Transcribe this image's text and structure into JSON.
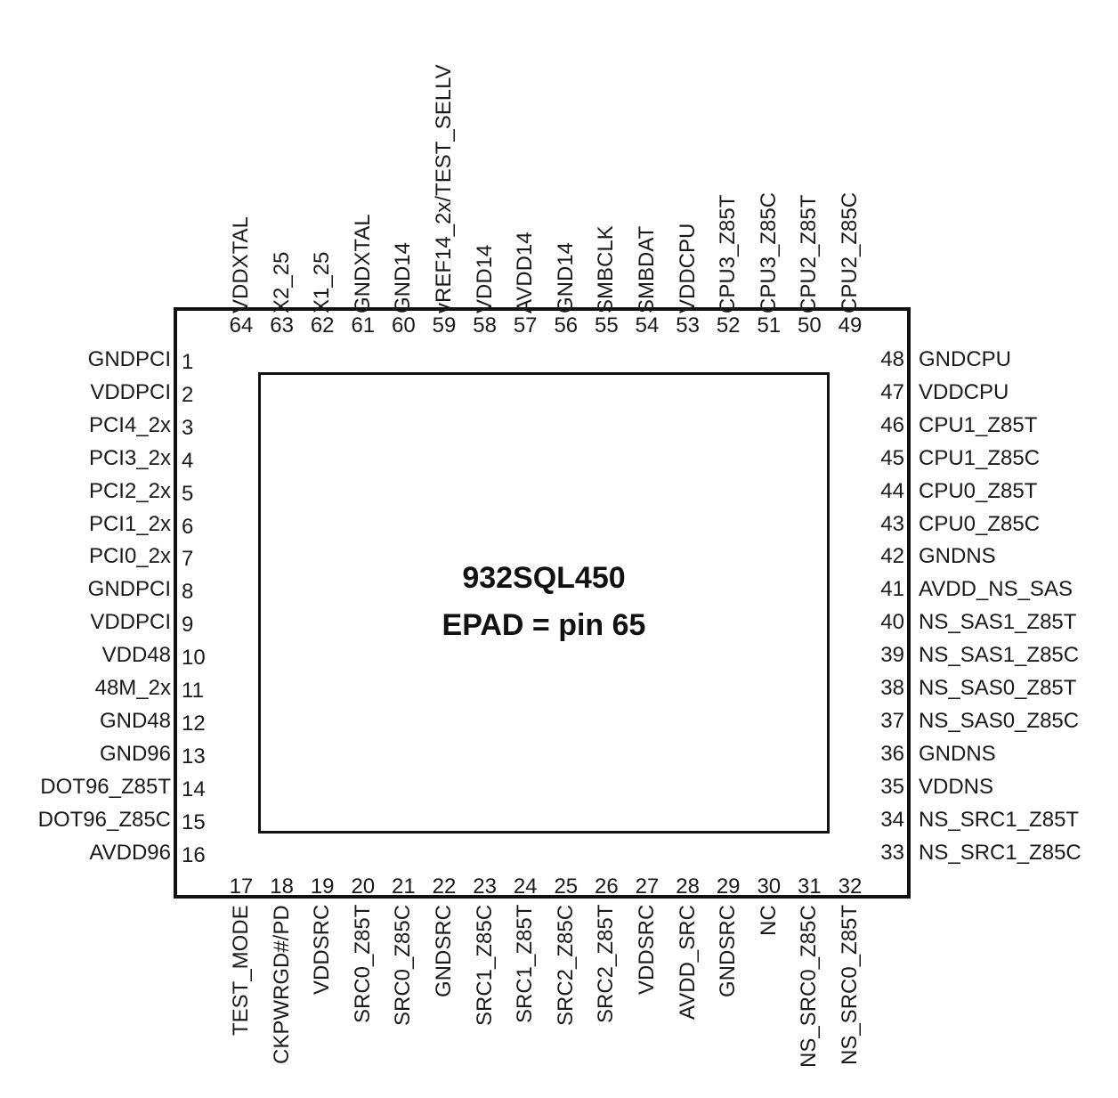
{
  "part_number": "932SQL450",
  "epad_label": "EPAD = pin 65",
  "pins": {
    "left": [
      {
        "num": "1",
        "name": "GNDPCI"
      },
      {
        "num": "2",
        "name": "VDDPCI"
      },
      {
        "num": "3",
        "name": "PCI4_2x"
      },
      {
        "num": "4",
        "name": "PCI3_2x"
      },
      {
        "num": "5",
        "name": "PCI2_2x"
      },
      {
        "num": "6",
        "name": "PCI1_2x"
      },
      {
        "num": "7",
        "name": "PCI0_2x"
      },
      {
        "num": "8",
        "name": "GNDPCI"
      },
      {
        "num": "9",
        "name": "VDDPCI"
      },
      {
        "num": "10",
        "name": "VDD48"
      },
      {
        "num": "11",
        "name": "48M_2x"
      },
      {
        "num": "12",
        "name": "GND48"
      },
      {
        "num": "13",
        "name": "GND96"
      },
      {
        "num": "14",
        "name": "DOT96_Z85T"
      },
      {
        "num": "15",
        "name": "DOT96_Z85C"
      },
      {
        "num": "16",
        "name": "AVDD96"
      }
    ],
    "bottom": [
      {
        "num": "17",
        "name": "TEST_MODE"
      },
      {
        "num": "18",
        "name": "CKPWRGD#/PD"
      },
      {
        "num": "19",
        "name": "VDDSRC"
      },
      {
        "num": "20",
        "name": "SRC0_Z85T"
      },
      {
        "num": "21",
        "name": "SRC0_Z85C"
      },
      {
        "num": "22",
        "name": "GNDSRC"
      },
      {
        "num": "23",
        "name": "SRC1_Z85C"
      },
      {
        "num": "24",
        "name": "SRC1_Z85T"
      },
      {
        "num": "25",
        "name": "SRC2_Z85C"
      },
      {
        "num": "26",
        "name": "SRC2_Z85T"
      },
      {
        "num": "27",
        "name": "VDDSRC"
      },
      {
        "num": "28",
        "name": "AVDD_SRC"
      },
      {
        "num": "29",
        "name": "GNDSRC"
      },
      {
        "num": "30",
        "name": "NC"
      },
      {
        "num": "31",
        "name": "NS_SRC0_Z85C"
      },
      {
        "num": "32",
        "name": "NS_SRC0_Z85T"
      }
    ],
    "right": [
      {
        "num": "48",
        "name": "GNDCPU"
      },
      {
        "num": "47",
        "name": "VDDCPU"
      },
      {
        "num": "46",
        "name": "CPU1_Z85T"
      },
      {
        "num": "45",
        "name": "CPU1_Z85C"
      },
      {
        "num": "44",
        "name": "CPU0_Z85T"
      },
      {
        "num": "43",
        "name": "CPU0_Z85C"
      },
      {
        "num": "42",
        "name": "GNDNS"
      },
      {
        "num": "41",
        "name": "AVDD_NS_SAS"
      },
      {
        "num": "40",
        "name": "NS_SAS1_Z85T"
      },
      {
        "num": "39",
        "name": "NS_SAS1_Z85C"
      },
      {
        "num": "38",
        "name": "NS_SAS0_Z85T"
      },
      {
        "num": "37",
        "name": "NS_SAS0_Z85C"
      },
      {
        "num": "36",
        "name": "GNDNS"
      },
      {
        "num": "35",
        "name": "VDDNS"
      },
      {
        "num": "34",
        "name": "NS_SRC1_Z85T"
      },
      {
        "num": "33",
        "name": "NS_SRC1_Z85C"
      }
    ],
    "top": [
      {
        "num": "64",
        "name": "VDDXTAL"
      },
      {
        "num": "63",
        "name": "X2_25"
      },
      {
        "num": "62",
        "name": "X1_25"
      },
      {
        "num": "61",
        "name": "GNDXTAL"
      },
      {
        "num": "60",
        "name": "GND14"
      },
      {
        "num": "59",
        "name": "vREF14_2x/TEST_SELLV"
      },
      {
        "num": "58",
        "name": "VDD14"
      },
      {
        "num": "57",
        "name": "AVDD14"
      },
      {
        "num": "56",
        "name": "GND14"
      },
      {
        "num": "55",
        "name": "SMBCLK"
      },
      {
        "num": "54",
        "name": "SMBDAT"
      },
      {
        "num": "53",
        "name": "VDDCPU"
      },
      {
        "num": "52",
        "name": "CPU3_Z85T"
      },
      {
        "num": "51",
        "name": "CPU3_Z85C"
      },
      {
        "num": "50",
        "name": "CPU2_Z85T"
      },
      {
        "num": "49",
        "name": "CPU2_Z85C"
      }
    ]
  }
}
